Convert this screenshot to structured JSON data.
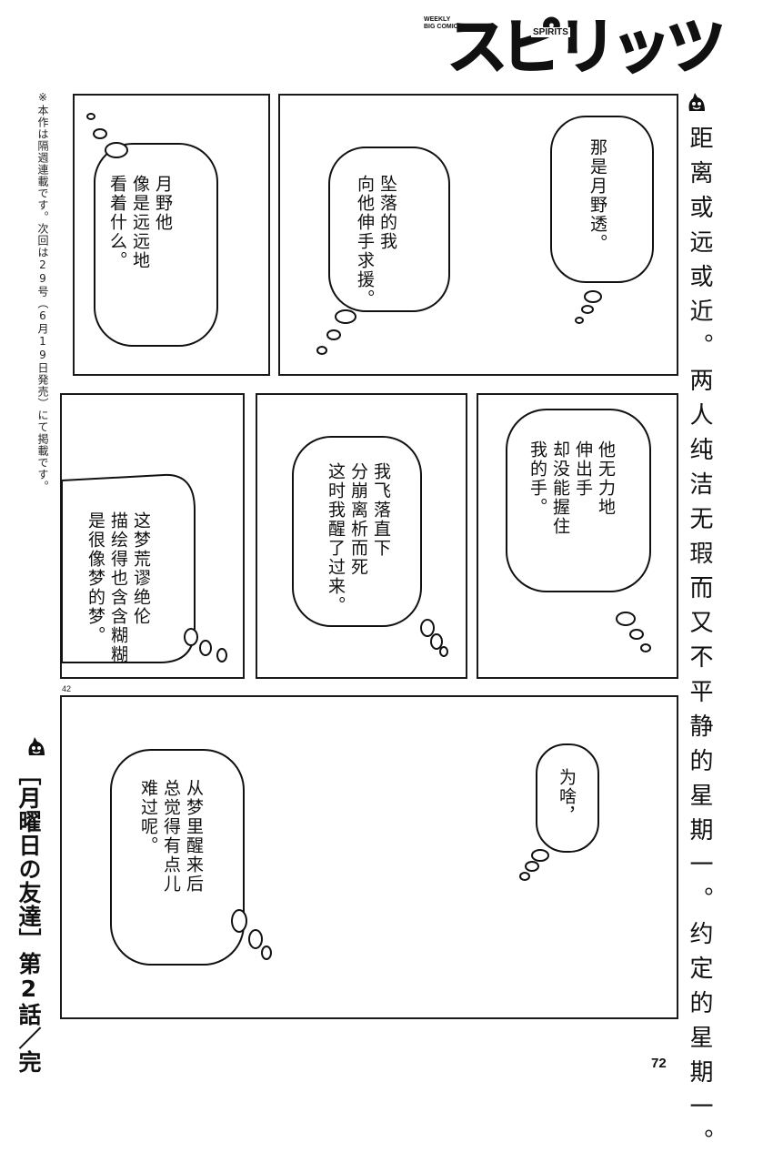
{
  "magazine": {
    "logo_small": "WEEKLY\nBIG COMIC",
    "logo_main": "スピリッツ",
    "logo_spirits": "SPIRITS",
    "icon": "ghost-icon"
  },
  "side_note": "※本作は隔週連載です。次回は29号（6月19日発売）にて掲載です。",
  "side_caption": "距离或远或近。两人纯洁无瑕而又不平静的星期一。约定的星期一。",
  "series_title": "［月曜日の友達］第2話／完",
  "page_number_small": "42",
  "page_number": "72",
  "bubbles": {
    "b1": "月野他\n像是远远地\n看着什么。",
    "b2": "坠落的我\n向他伸手求援。",
    "b3": "那是月野透。",
    "b4": "这梦荒谬绝伦\n描绘得也含含糊糊\n是很像梦的梦。",
    "b5": "我飞落直下\n分崩离析而死\n这时我醒了过来。",
    "b6": "他无力地\n伸出手\n却没能握住\n我的手。",
    "b7": "从梦里醒来后\n总觉得有点儿\n难过呢。",
    "b8": "为啥，"
  }
}
